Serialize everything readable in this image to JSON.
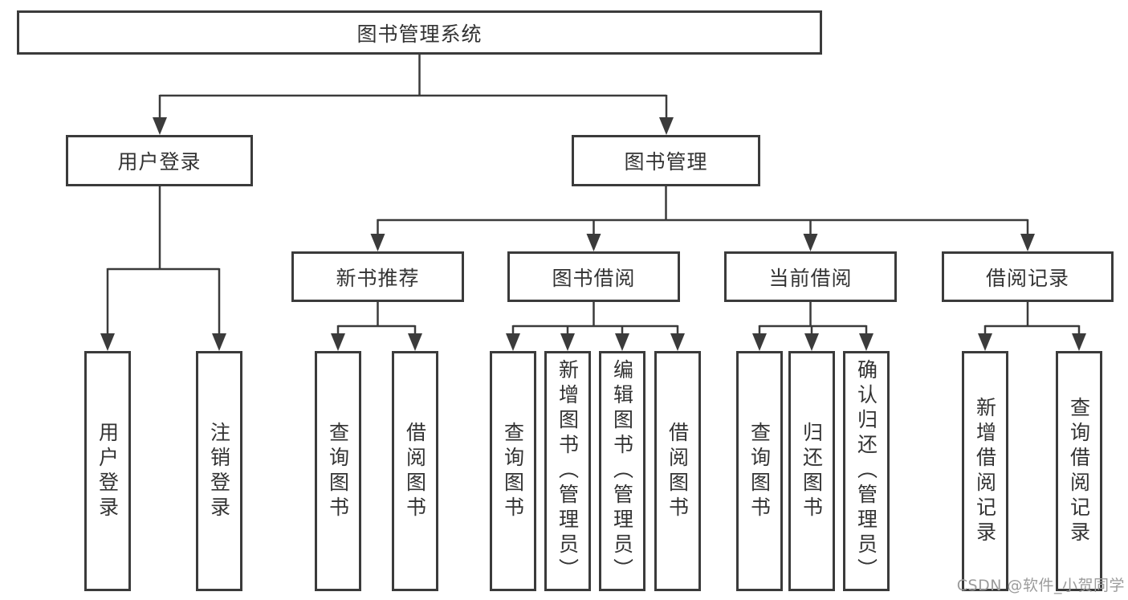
{
  "colors": {
    "line": "#3b3b3b",
    "text": "#333333",
    "background": "#ffffff",
    "watermark": "#9c9c9c"
  },
  "watermark": "CSDN @软件_小贺同学",
  "tree": {
    "root": {
      "label": "图书管理系统"
    },
    "branches": [
      {
        "label": "用户登录",
        "leaves": [
          {
            "label": "用户登录"
          },
          {
            "label": "注销登录"
          }
        ]
      },
      {
        "label": "图书管理",
        "groups": [
          {
            "label": "新书推荐",
            "leaves": [
              {
                "label": "查询图书"
              },
              {
                "label": "借阅图书"
              }
            ]
          },
          {
            "label": "图书借阅",
            "leaves": [
              {
                "label": "查询图书"
              },
              {
                "label": "新增图书（管理员）"
              },
              {
                "label": "编辑图书（管理员）"
              },
              {
                "label": "借阅图书"
              }
            ]
          },
          {
            "label": "当前借阅",
            "leaves": [
              {
                "label": "查询图书"
              },
              {
                "label": "归还图书"
              },
              {
                "label": "确认归还（管理员）"
              }
            ]
          },
          {
            "label": "借阅记录",
            "leaves": [
              {
                "label": "新增借阅记录"
              },
              {
                "label": "查询借阅记录"
              }
            ]
          }
        ]
      }
    ]
  }
}
